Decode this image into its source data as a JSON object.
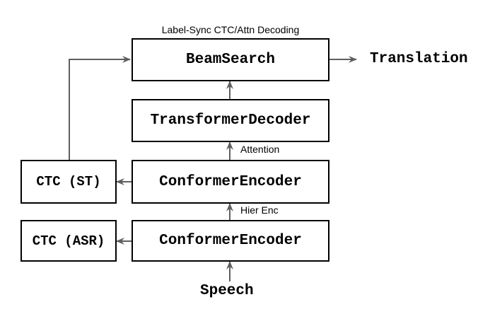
{
  "diagram": {
    "header_caption": "Label-Sync CTC/Attn Decoding",
    "nodes": {
      "beam_search": "BeamSearch",
      "transformer_decoder": "TransformerDecoder",
      "conformer_encoder_upper": "ConformerEncoder",
      "conformer_encoder_lower": "ConformerEncoder",
      "ctc_st": "CTC (ST)",
      "ctc_asr": "CTC (ASR)"
    },
    "io": {
      "output": "Translation",
      "input": "Speech"
    },
    "edge_labels": {
      "attention": "Attention",
      "hier_enc": "Hier Enc"
    },
    "colors": {
      "arrow": "#5f5f5f",
      "box_border": "#000000",
      "text": "#000000"
    }
  }
}
